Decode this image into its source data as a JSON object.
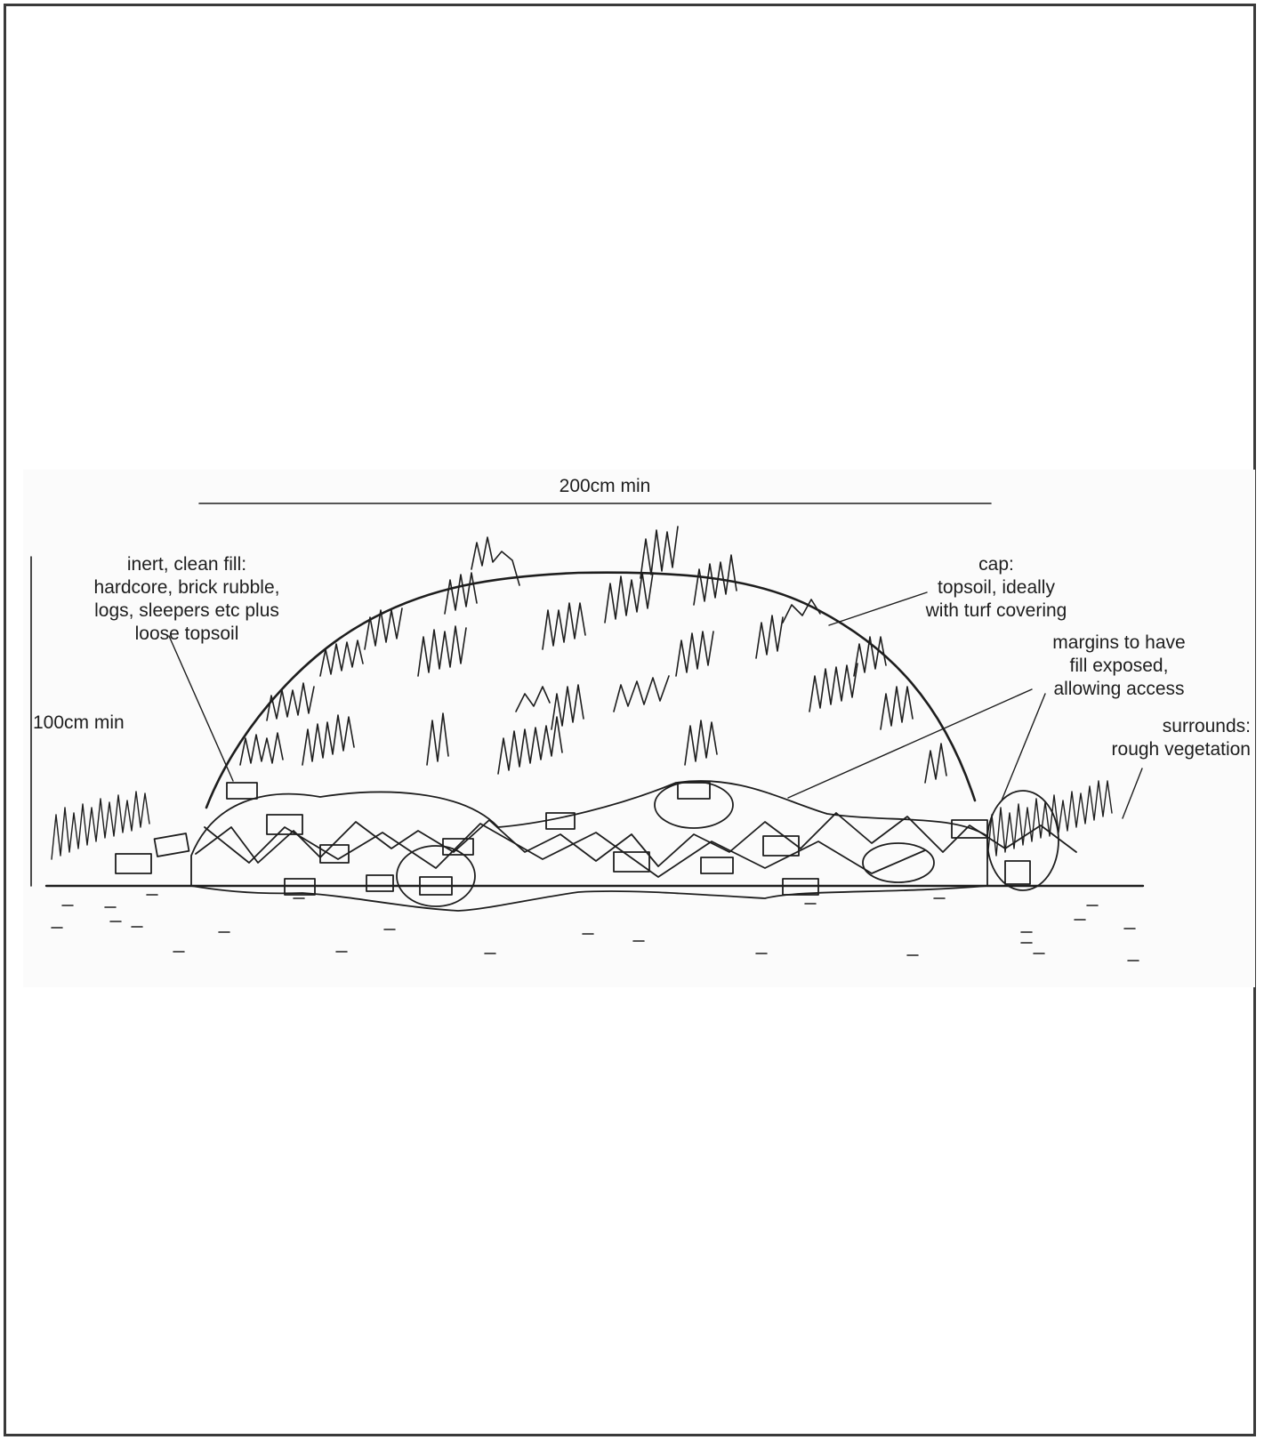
{
  "dimensions": {
    "width": "200cm min",
    "height": "100cm min"
  },
  "labels": {
    "fill": [
      "inert, clean fill:",
      "hardcore, brick rubble,",
      "logs, sleepers etc plus",
      "loose topsoil"
    ],
    "cap": [
      "cap:",
      "topsoil, ideally",
      "with turf covering"
    ],
    "margins": [
      "margins to have",
      "fill exposed,",
      "allowing access"
    ],
    "surrounds": [
      "surrounds:",
      "rough vegetation"
    ]
  },
  "colors": {
    "ink": "#1e1e1e",
    "frame": "#3a3a3a",
    "panel": "#fbfbfb"
  }
}
